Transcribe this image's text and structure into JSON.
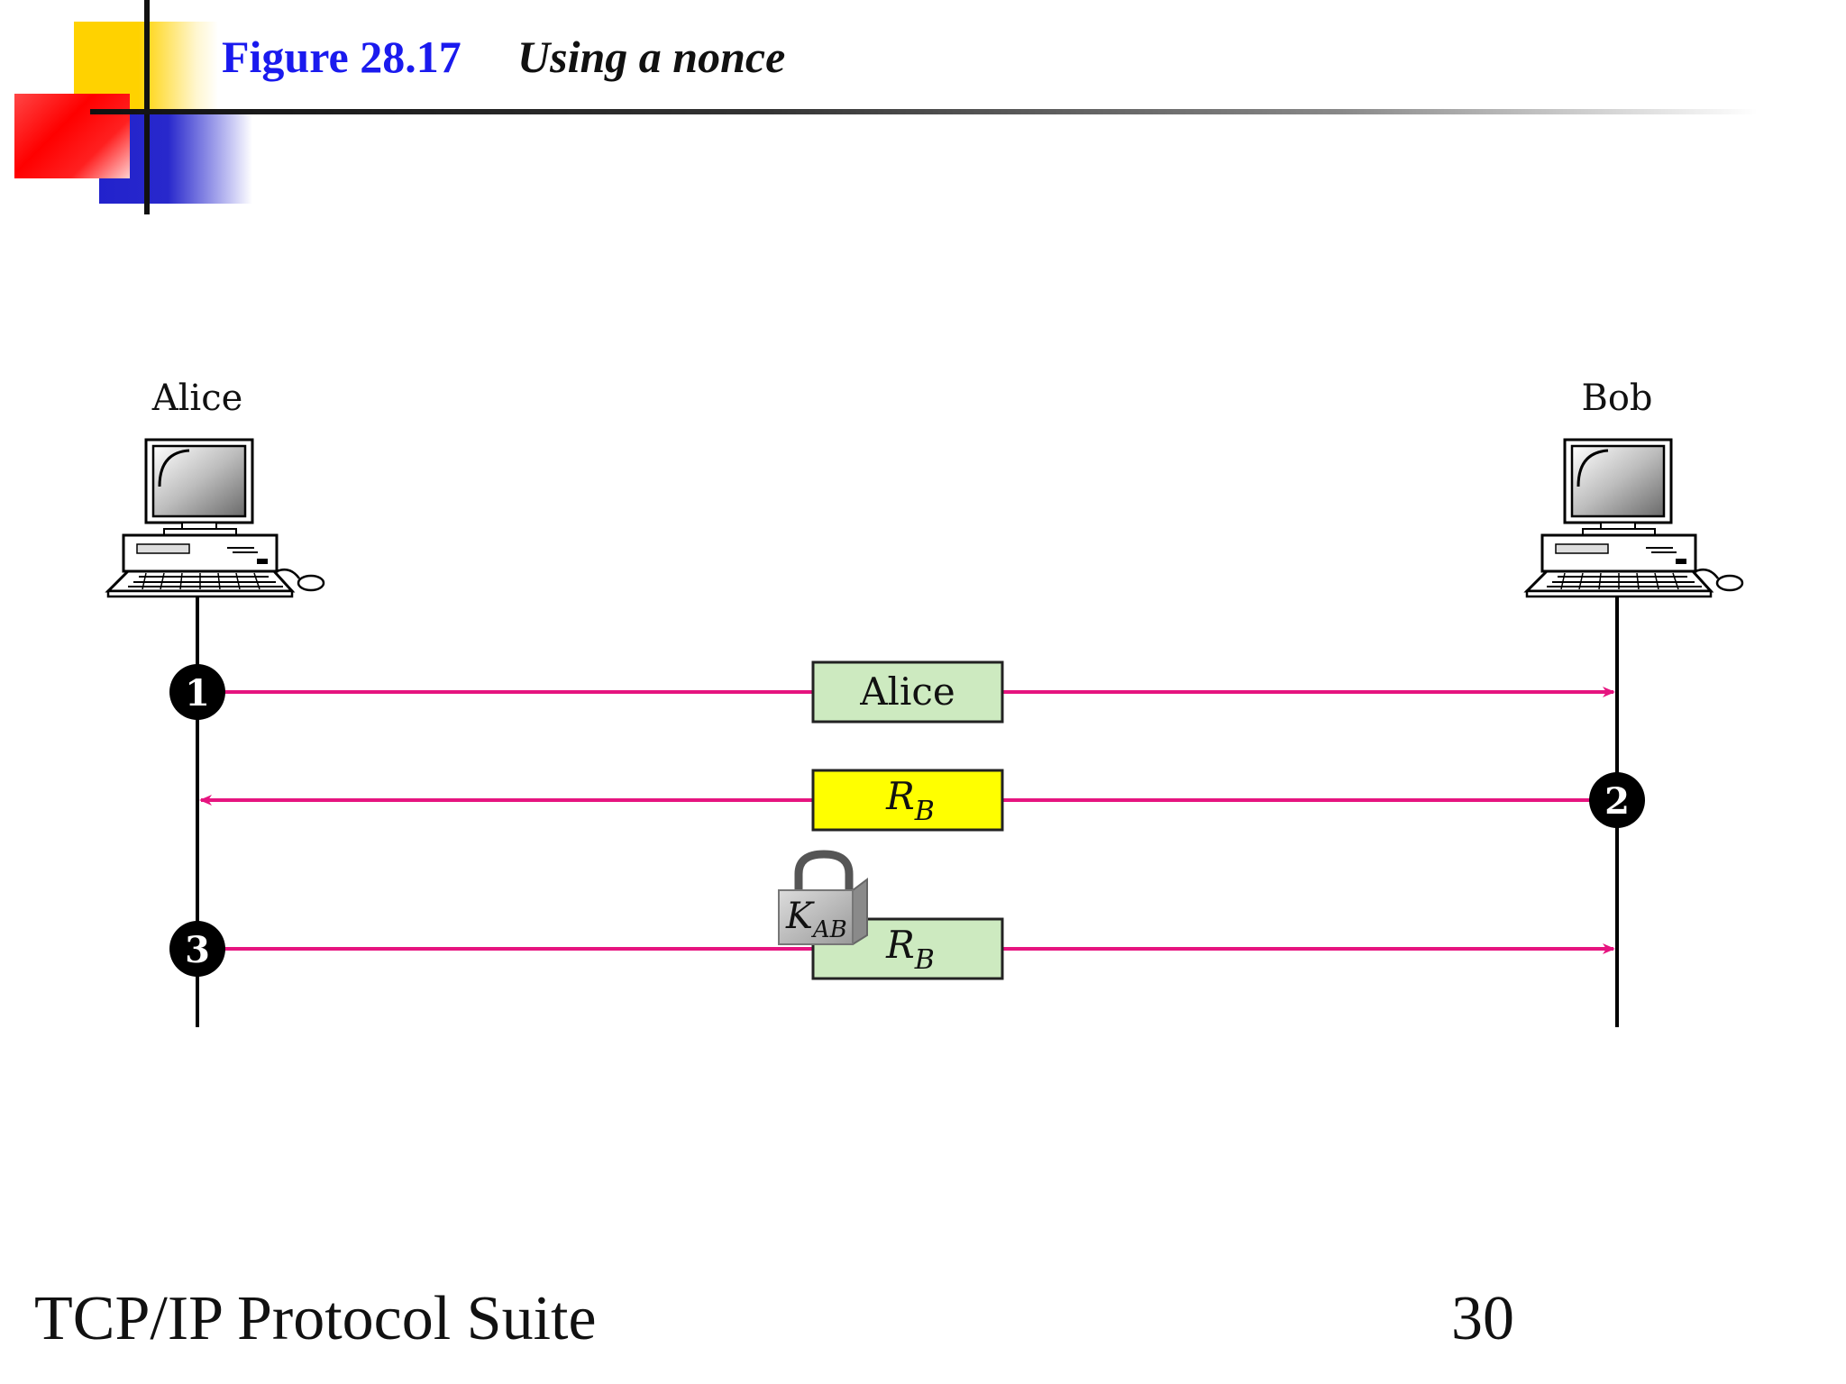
{
  "slide": {
    "figure_number": "Figure 28.17",
    "figure_title": "Using a nonce",
    "footer_left": "TCP/IP Protocol Suite",
    "page_number": "30"
  },
  "diagram": {
    "parties": {
      "left": "Alice",
      "right": "Bob"
    },
    "steps": [
      {
        "number": "1",
        "direction": "alice-to-bob",
        "message": "Alice",
        "box_color": "#cdeac0"
      },
      {
        "number": "2",
        "direction": "bob-to-alice",
        "message": "R",
        "message_subscript": "B",
        "box_color": "#ffff00"
      },
      {
        "number": "3",
        "direction": "alice-to-bob",
        "message": "R",
        "message_subscript": "B",
        "box_color": "#cdeac0",
        "lock_key": "K",
        "lock_key_subscript": "AB"
      }
    ],
    "colors": {
      "arrow": "#e6147f",
      "step_badge": "#000000",
      "title_accent": "#1a1aee"
    },
    "icons": [
      "computer-icon",
      "padlock-icon"
    ]
  }
}
